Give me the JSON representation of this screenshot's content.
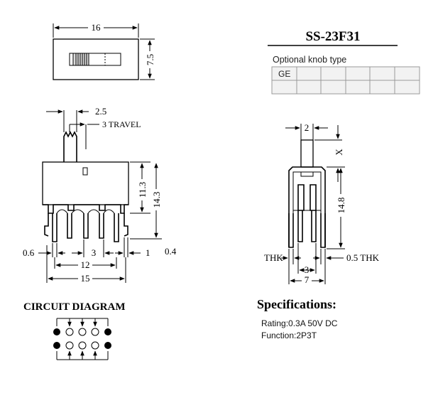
{
  "title": "SS-23F31",
  "knob": {
    "header": "Optional knob type",
    "cells": [
      "GE",
      "",
      "",
      "",
      "",
      ""
    ]
  },
  "top_view": {
    "width": "16",
    "height": "7.5"
  },
  "front_view": {
    "pitch_top": "2.5",
    "travel": "3 TRAVEL",
    "h1": "11.3",
    "h2": "14.3",
    "pin_w": "0.6",
    "pitch": "3",
    "gap": "1",
    "thk": "0.4",
    "span1": "12",
    "span2": "15"
  },
  "side_view": {
    "top": "2",
    "x": "X",
    "height": "14.8",
    "thk_left": "THK",
    "thk_right": "0.5 THK",
    "pitch": "3",
    "width": "7"
  },
  "circuit": {
    "title": "CIRCUIT DIAGRAM"
  },
  "specs": {
    "title": "Specifications:",
    "rating": "Rating:0.3A 50V DC",
    "function": "Function:2P3T"
  }
}
